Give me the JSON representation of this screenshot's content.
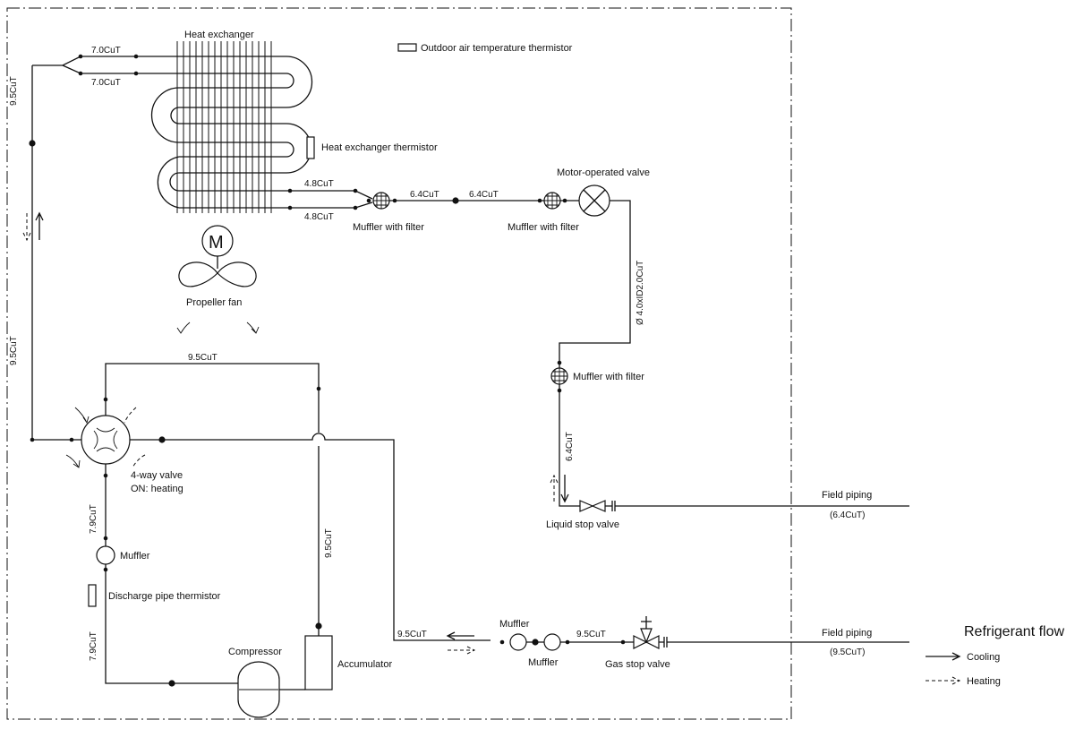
{
  "labels": {
    "heat_exchanger": "Heat exchanger",
    "outdoor_thermistor": "Outdoor air temperature thermistor",
    "hx_thermistor": "Heat exchanger thermistor",
    "motor_valve": "Motor-operated valve",
    "muffler_filter": "Muffler with filter",
    "propeller_fan": "Propeller fan",
    "motor": "M",
    "four_way_valve": "4-way valve",
    "four_way_on": "ON: heating",
    "muffler": "Muffler",
    "discharge_thermistor": "Discharge pipe thermistor",
    "compressor": "Compressor",
    "accumulator": "Accumulator",
    "liquid_stop_valve": "Liquid stop valve",
    "gas_stop_valve": "Gas stop valve",
    "field_piping": "Field piping",
    "field_piping_liquid_size": "(6.4CuT)",
    "field_piping_gas_size": "(9.5CuT)"
  },
  "pipes": {
    "p_7_0": "7.0CuT",
    "p_9_5": "9.5CuT",
    "p_4_8": "4.8CuT",
    "p_6_4": "6.4CuT",
    "p_7_9": "7.9CuT",
    "p_cap": "Ø 4.0xID2.0CuT"
  },
  "legend": {
    "title": "Refrigerant flow",
    "cooling": "Cooling",
    "heating": "Heating"
  }
}
